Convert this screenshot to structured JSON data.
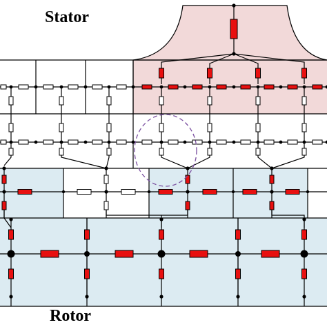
{
  "labels": {
    "stator": "Stator",
    "rotor": "Rotor"
  },
  "colors": {
    "stator_fill": "#f2d9d9",
    "rotor_fill": "#dcebf2",
    "active_resistor": "#e81010",
    "passive_resistor": "#ffffff",
    "wire": "#000000",
    "highlight_circle": "#7a4fa0"
  },
  "regions": [
    "stator-tooth",
    "stator-yoke",
    "airgap",
    "rotor-tooth",
    "rotor-yoke"
  ],
  "highlight": {
    "style": "dashed-ellipse"
  }
}
